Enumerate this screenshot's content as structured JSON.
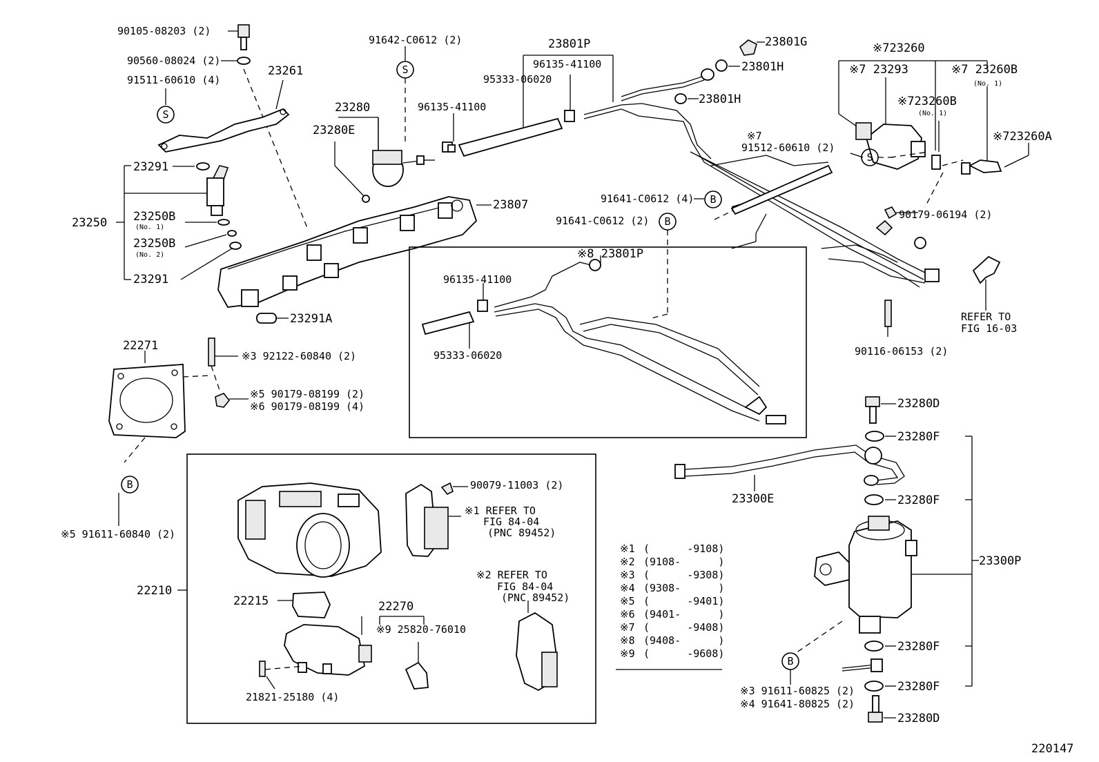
{
  "labels": {
    "p90105": "90105-08203 (2)",
    "p90560": "90560-08024 (2)",
    "p91511": "91511-60610 (4)",
    "p23261": "23261",
    "p23291_top": "23291",
    "p23250": "23250",
    "p23250B1": "23250B",
    "p23250B1_no": "(No. 1)",
    "p23250B2": "23250B",
    "p23250B2_no": "(No. 2)",
    "p23291_bot": "23291",
    "p23291A": "23291A",
    "p91642": "91642-C0612 (2)",
    "p23280": "23280",
    "p23280E": "23280E",
    "p96135a": "96135-41100",
    "p23801P": "23801P",
    "p96135b": "96135-41100",
    "p95333a": "95333-06020",
    "p23807": "23807",
    "p23801G": "23801G",
    "p23801H_1": "23801H",
    "p23801H_2": "23801H",
    "p91512_mark": "※7",
    "p91512": "91512-60610 (2)",
    "p723260": "※723260",
    "p723293": "※7 23293",
    "p723260B_a": "※7 23260B",
    "p723260B_a_no": "(No. 1)",
    "p723260B_b": "※723260B",
    "p723260B_b_no": "(No. 1)",
    "p723260A": "※723260A",
    "p91641a": "91641-C0612 (4)",
    "p91641b": "91641-C0612 (2)",
    "p90179_06194": "90179-06194 (2)",
    "p823801P": "※8 23801P",
    "p96135c": "96135-41100",
    "p95333b": "95333-06020",
    "p90116": "90116-06153 (2)",
    "refer1603_a": "REFER TO",
    "refer1603_b": "FIG 16-03",
    "p22271": "22271",
    "p92122": "※3 92122-60840 (2)",
    "p90179_08199_5": "※5 90179-08199 (2)",
    "p90179_08199_6": "※6 90179-08199 (4)",
    "p91611_60840": "※5 91611-60840 (2)",
    "p90079": "90079-11003 (2)",
    "refer1_a": "※1 REFER TO",
    "refer1_b": "FIG 84-04",
    "refer1_c": "(PNC 89452)",
    "p22210": "22210",
    "p22215": "22215",
    "p22270": "22270",
    "p25820": "※9 25820-76010",
    "refer2_a": "※2 REFER TO",
    "refer2_b": "FIG 84-04",
    "refer2_c": "(PNC 89452)",
    "p21821": "21821-25180 (4)",
    "p23280D_top": "23280D",
    "p23280F_1": "23280F",
    "p23280F_2": "23280F",
    "p23300E": "23300E",
    "p23300P": "23300P",
    "p23280F_3": "23280F",
    "p23280F_4": "23280F",
    "p23280D_bot": "23280D",
    "p91611_60825": "※3 91611-60825 (2)",
    "p91641_80825": "※4 91641-80825 (2)",
    "figure_no": "220147",
    "circle_S": "S",
    "circle_B": "B"
  },
  "legend": [
    {
      "mark": "※1",
      "range": "(      -9108)"
    },
    {
      "mark": "※2",
      "range": "(9108-      )"
    },
    {
      "mark": "※3",
      "range": "(      -9308)"
    },
    {
      "mark": "※4",
      "range": "(9308-      )"
    },
    {
      "mark": "※5",
      "range": "(      -9401)"
    },
    {
      "mark": "※6",
      "range": "(9401-      )"
    },
    {
      "mark": "※7",
      "range": "(      -9408)"
    },
    {
      "mark": "※8",
      "range": "(9408-      )"
    },
    {
      "mark": "※9",
      "range": "(      -9608)"
    }
  ]
}
